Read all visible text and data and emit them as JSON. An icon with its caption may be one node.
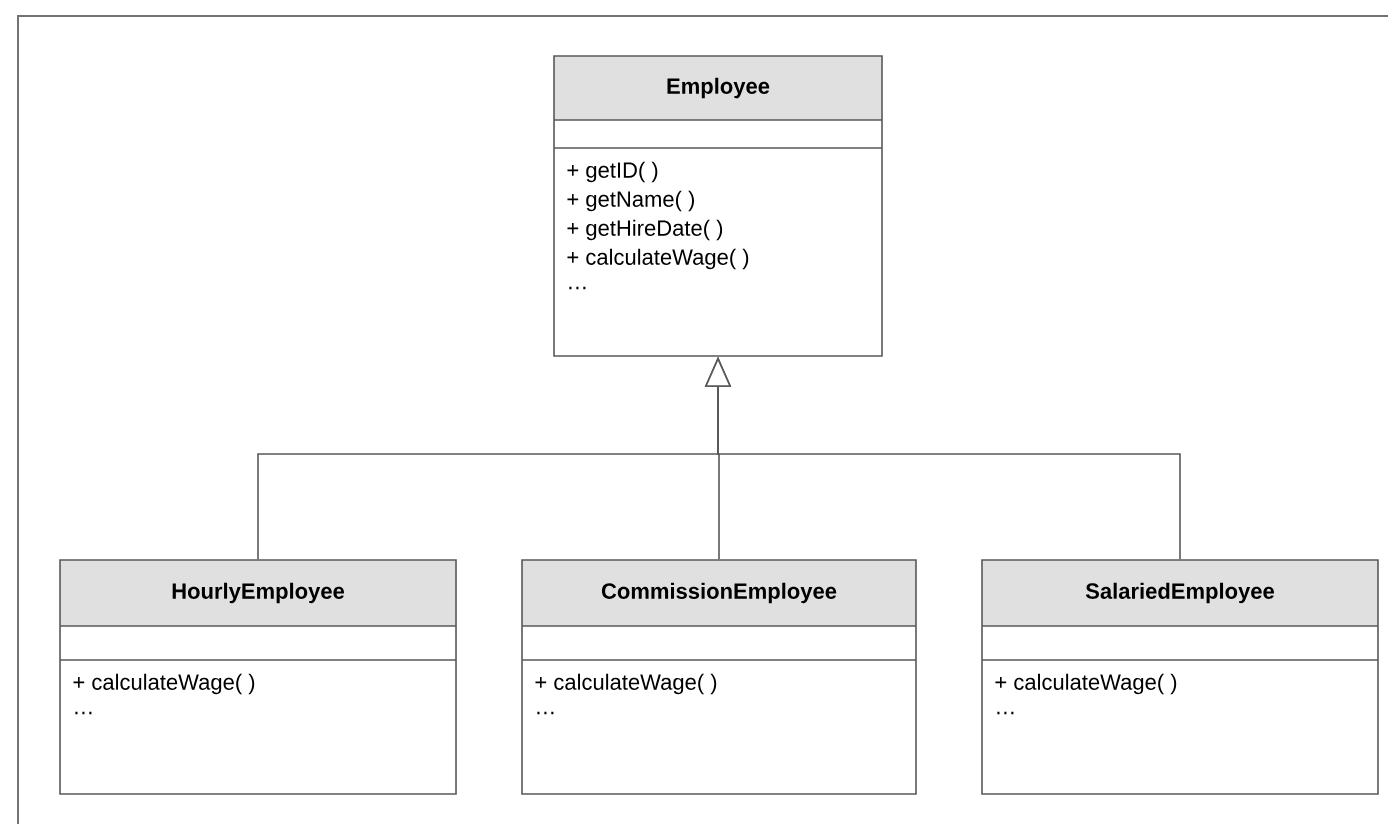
{
  "diagram": {
    "nodes": [
      {
        "text": [
          "Employee",
          "+ getID( )",
          "+ getName( )",
          "+ getHireDate( )",
          "+ calculateWage( )",
          "…"
        ]
      },
      {
        "text": [
          "HourlyEmployee",
          "+ calculateWage( )",
          "…"
        ]
      },
      {
        "text": [
          "CommissionEmployee",
          "+ calculateWage( )",
          "…"
        ]
      },
      {
        "text": [
          "SalariedEmployee",
          "+ calculateWage( )",
          "…"
        ]
      }
    ],
    "edges": [
      {
        "from": 1,
        "to": 0,
        "arrow": "to"
      },
      {
        "from": 2,
        "to": 0,
        "arrow": "to"
      },
      {
        "from": 3,
        "to": 0,
        "arrow": "to"
      }
    ]
  }
}
